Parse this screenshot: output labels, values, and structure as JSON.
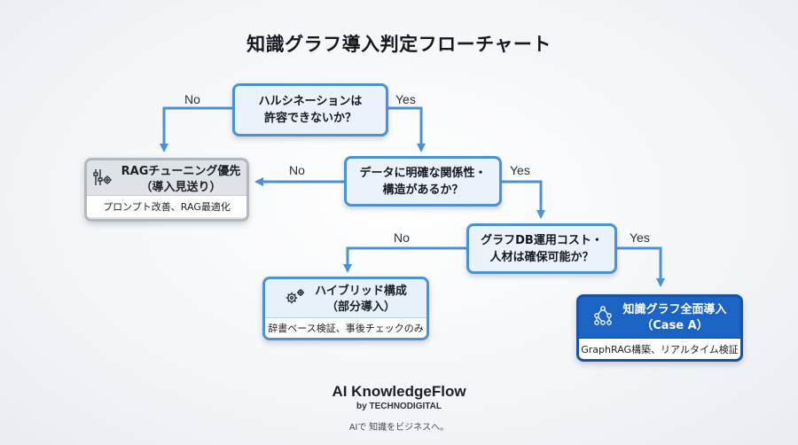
{
  "title": "知識グラフ導入判定フローチャート",
  "decisions": {
    "d1": {
      "line1": "ハルシネーションは",
      "line2": "許容できないか？",
      "no": "No",
      "yes": "Yes"
    },
    "d2": {
      "line1": "データに明確な関係性・",
      "line2": "構造があるか？",
      "no": "No",
      "yes": "Yes"
    },
    "d3": {
      "line1": "グラフDB運用コスト・",
      "line2": "人材は確保可能か？",
      "no": "No",
      "yes": "Yes"
    }
  },
  "outcomes": {
    "rag": {
      "line1": "RAGチューニング優先",
      "line2": "（導入見送り）",
      "sub": "プロンプト改善、RAG最適化",
      "icon": "sliders-gear-icon"
    },
    "hybrid": {
      "line1": "ハイブリッド構成",
      "line2": "（部分導入）",
      "sub": "辞書ベース検証、事後チェックのみ",
      "icon": "gears-icon"
    },
    "full": {
      "line1": "知識グラフ全面導入",
      "line2": "（Case A）",
      "sub": "GraphRAG構築、リアルタイム検証",
      "icon": "network-graph-icon"
    }
  },
  "brand": {
    "name": "AI KnowledgeFlow",
    "by": "by TECHNODIGITAL",
    "tagline": "AIで 知識をビジネスへ。"
  },
  "colors": {
    "arrow": "#4a92d4",
    "decision_border": "#4a92d4",
    "full_fill": "#1b64c4",
    "gray_border": "#b3b8bf"
  }
}
